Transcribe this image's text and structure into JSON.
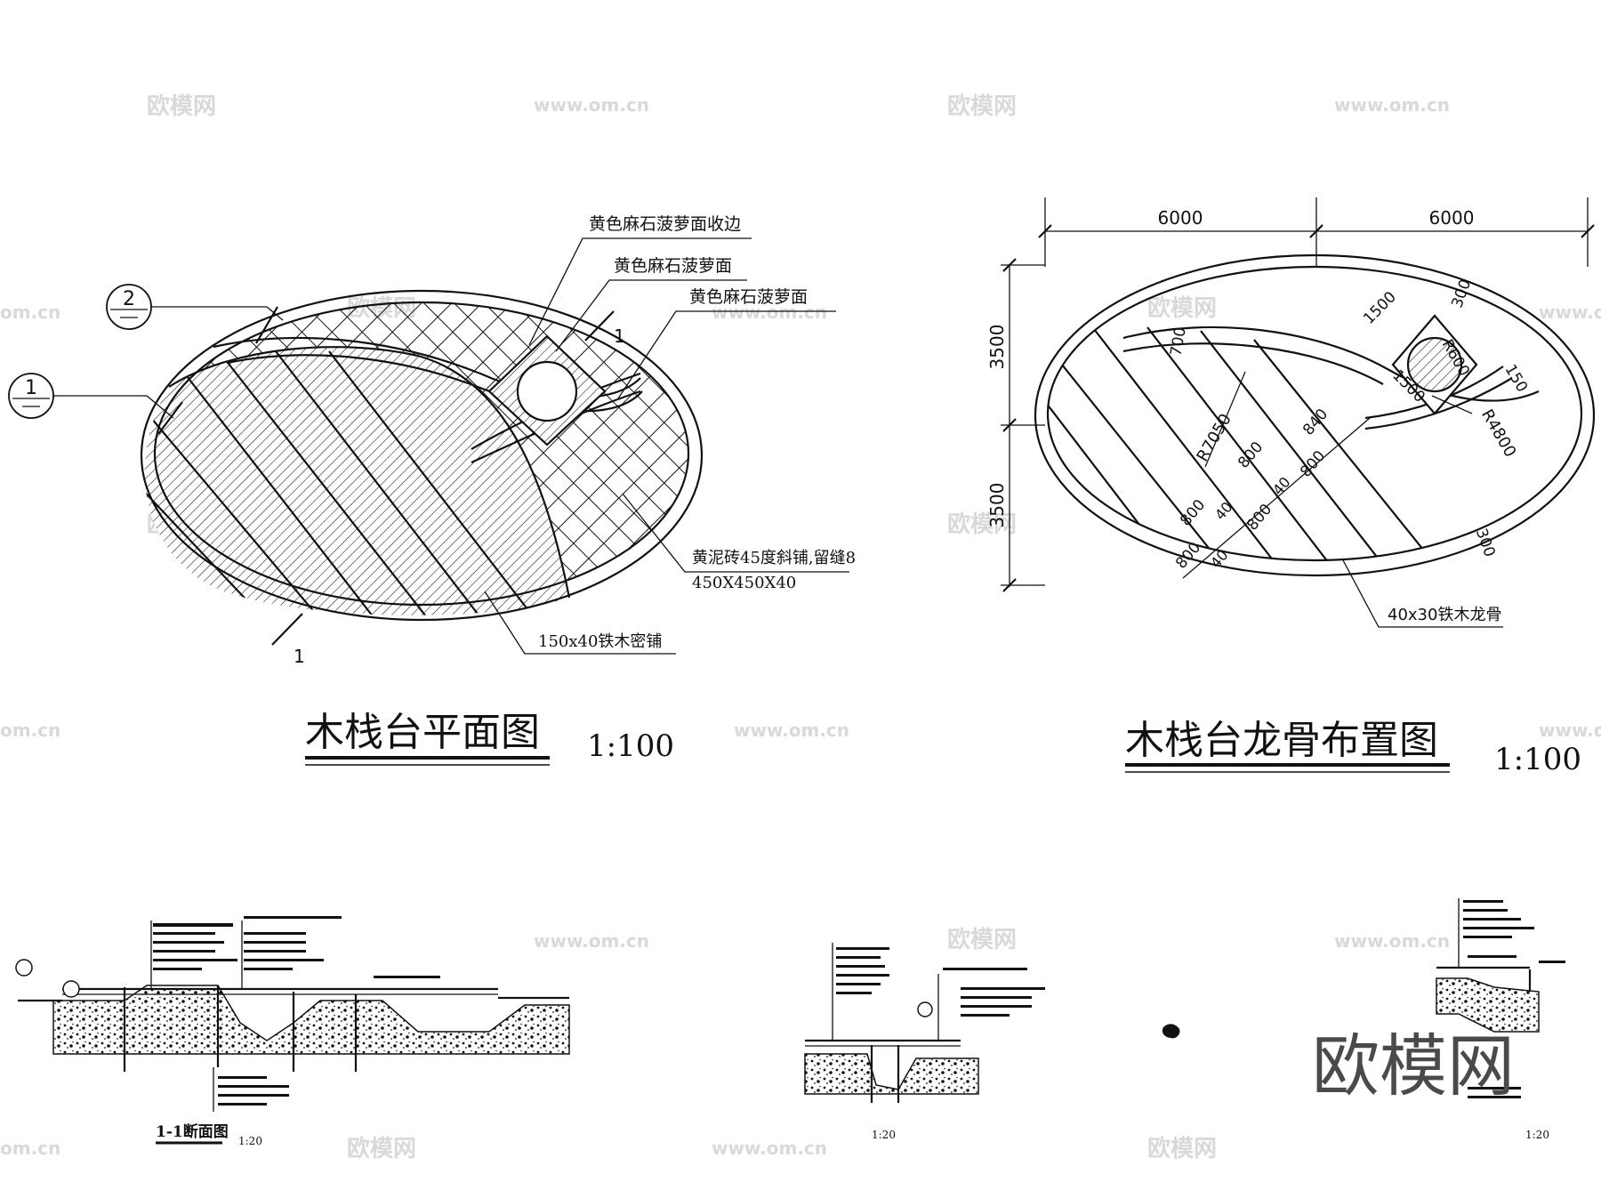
{
  "plan": {
    "title": "木栈台平面图",
    "scale": "1:100",
    "callouts": {
      "edge": "黄色麻石菠萝面收边",
      "face1": "黄色麻石菠萝面",
      "face2": "黄色麻石菠萝面",
      "brick": "黄泥砖45度斜铺,留缝8",
      "brick_size": "450X450X40",
      "timber": "150x40铁木密铺"
    },
    "section_marks": [
      "1",
      "2"
    ],
    "cut_label": "1"
  },
  "framing": {
    "title": "木栈台龙骨布置图",
    "scale": "1:100",
    "dims": {
      "top_left": "6000",
      "top_right": "6000",
      "left_top": "3500",
      "left_bottom": "3500",
      "d1500a": "1500",
      "d1500b": "1500",
      "d300a": "300",
      "d300b": "300",
      "d150": "150",
      "r600": "R600",
      "r4800": "R4800",
      "r7050": "R7050",
      "d700": "700",
      "d840": "840",
      "d800a": "800",
      "d800b": "800",
      "d800c": "800",
      "d800d": "800",
      "d800e": "800",
      "d40a": "40",
      "d40b": "40",
      "d40c": "40"
    },
    "joist_label": "40x30铁木龙骨"
  },
  "sections": {
    "s1_title": "1-1断面图",
    "s1_scale": "1:20",
    "s2_scale": "1:20",
    "s3_scale": "1:20"
  },
  "watermarks": {
    "logo": "欧模网",
    "url": "www.om.cn",
    "url_partial": "om.cn",
    "big": "欧模网"
  }
}
